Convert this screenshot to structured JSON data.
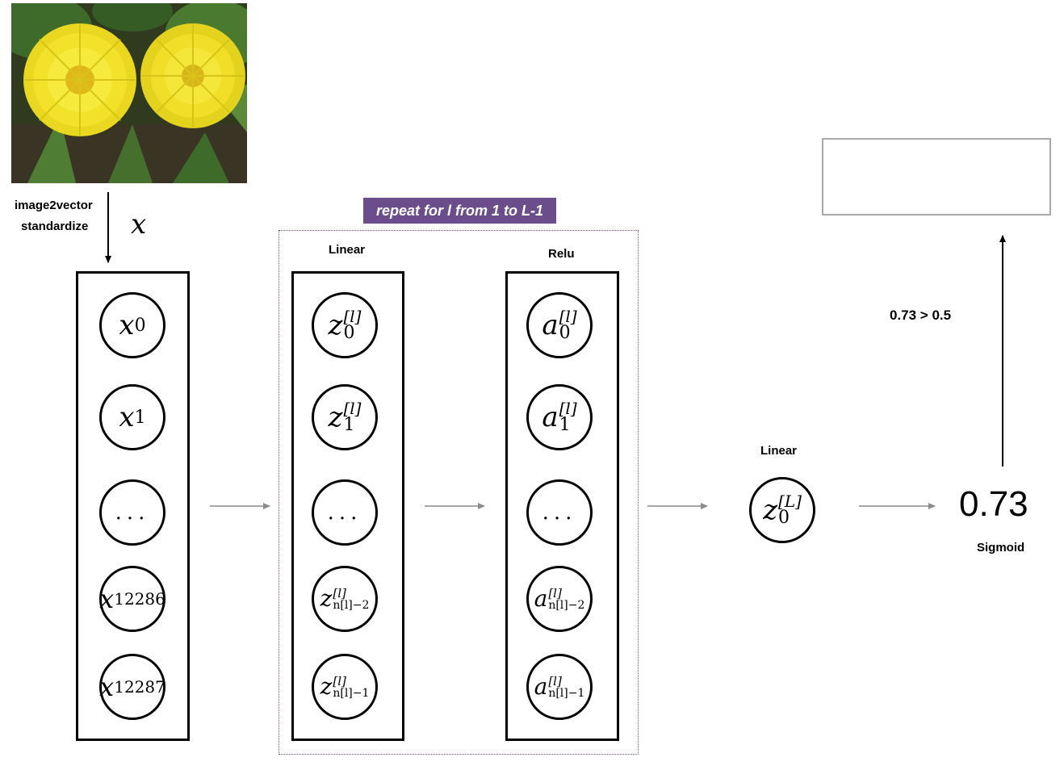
{
  "input": {
    "preprocess_line1": "image2vector",
    "preprocess_line2": "standardize",
    "vector_symbol": "x",
    "nodes": [
      {
        "sym": "x",
        "sub": "0"
      },
      {
        "sym": "x",
        "sub": "1"
      },
      {
        "dots": "..."
      },
      {
        "sym": "x",
        "sub": "12286"
      },
      {
        "sym": "x",
        "sub": "12287"
      }
    ]
  },
  "repeat_label": "repeat for l from 1 to L-1",
  "linear_layer": {
    "title": "Linear",
    "nodes": [
      {
        "sym": "z",
        "sup": "[l]",
        "sub": "0"
      },
      {
        "sym": "z",
        "sup": "[l]",
        "sub": "1"
      },
      {
        "dots": "..."
      },
      {
        "sym": "z",
        "sup": "[l]",
        "sub": "n[l]−2"
      },
      {
        "sym": "z",
        "sup": "[l]",
        "sub": "n[l]−1"
      }
    ]
  },
  "relu_layer": {
    "title": "Relu",
    "nodes": [
      {
        "sym": "a",
        "sup": "[l]",
        "sub": "0"
      },
      {
        "sym": "a",
        "sup": "[l]",
        "sub": "1"
      },
      {
        "dots": "..."
      },
      {
        "sym": "a",
        "sup": "[l]",
        "sub": "n[l]−2"
      },
      {
        "sym": "a",
        "sup": "[l]",
        "sub": "n[l]−1"
      }
    ]
  },
  "output_linear": {
    "title": "Linear",
    "node": {
      "sym": "z",
      "sup": "[L]",
      "sub": "0"
    }
  },
  "sigmoid": {
    "value": "0.73",
    "title": "Sigmoid"
  },
  "threshold": "0.73 > 0.5",
  "result_box": "",
  "colors": {
    "repeat_bg": "#6c4d8c",
    "dotted_border": "#7a4a82",
    "arrow_gray": "#8c8c8c",
    "result_border": "#a9a9a9",
    "dandelion_yellow": "#f2e22a",
    "leaf_green": "#3f6b2a"
  },
  "image": "dandelion-photo"
}
